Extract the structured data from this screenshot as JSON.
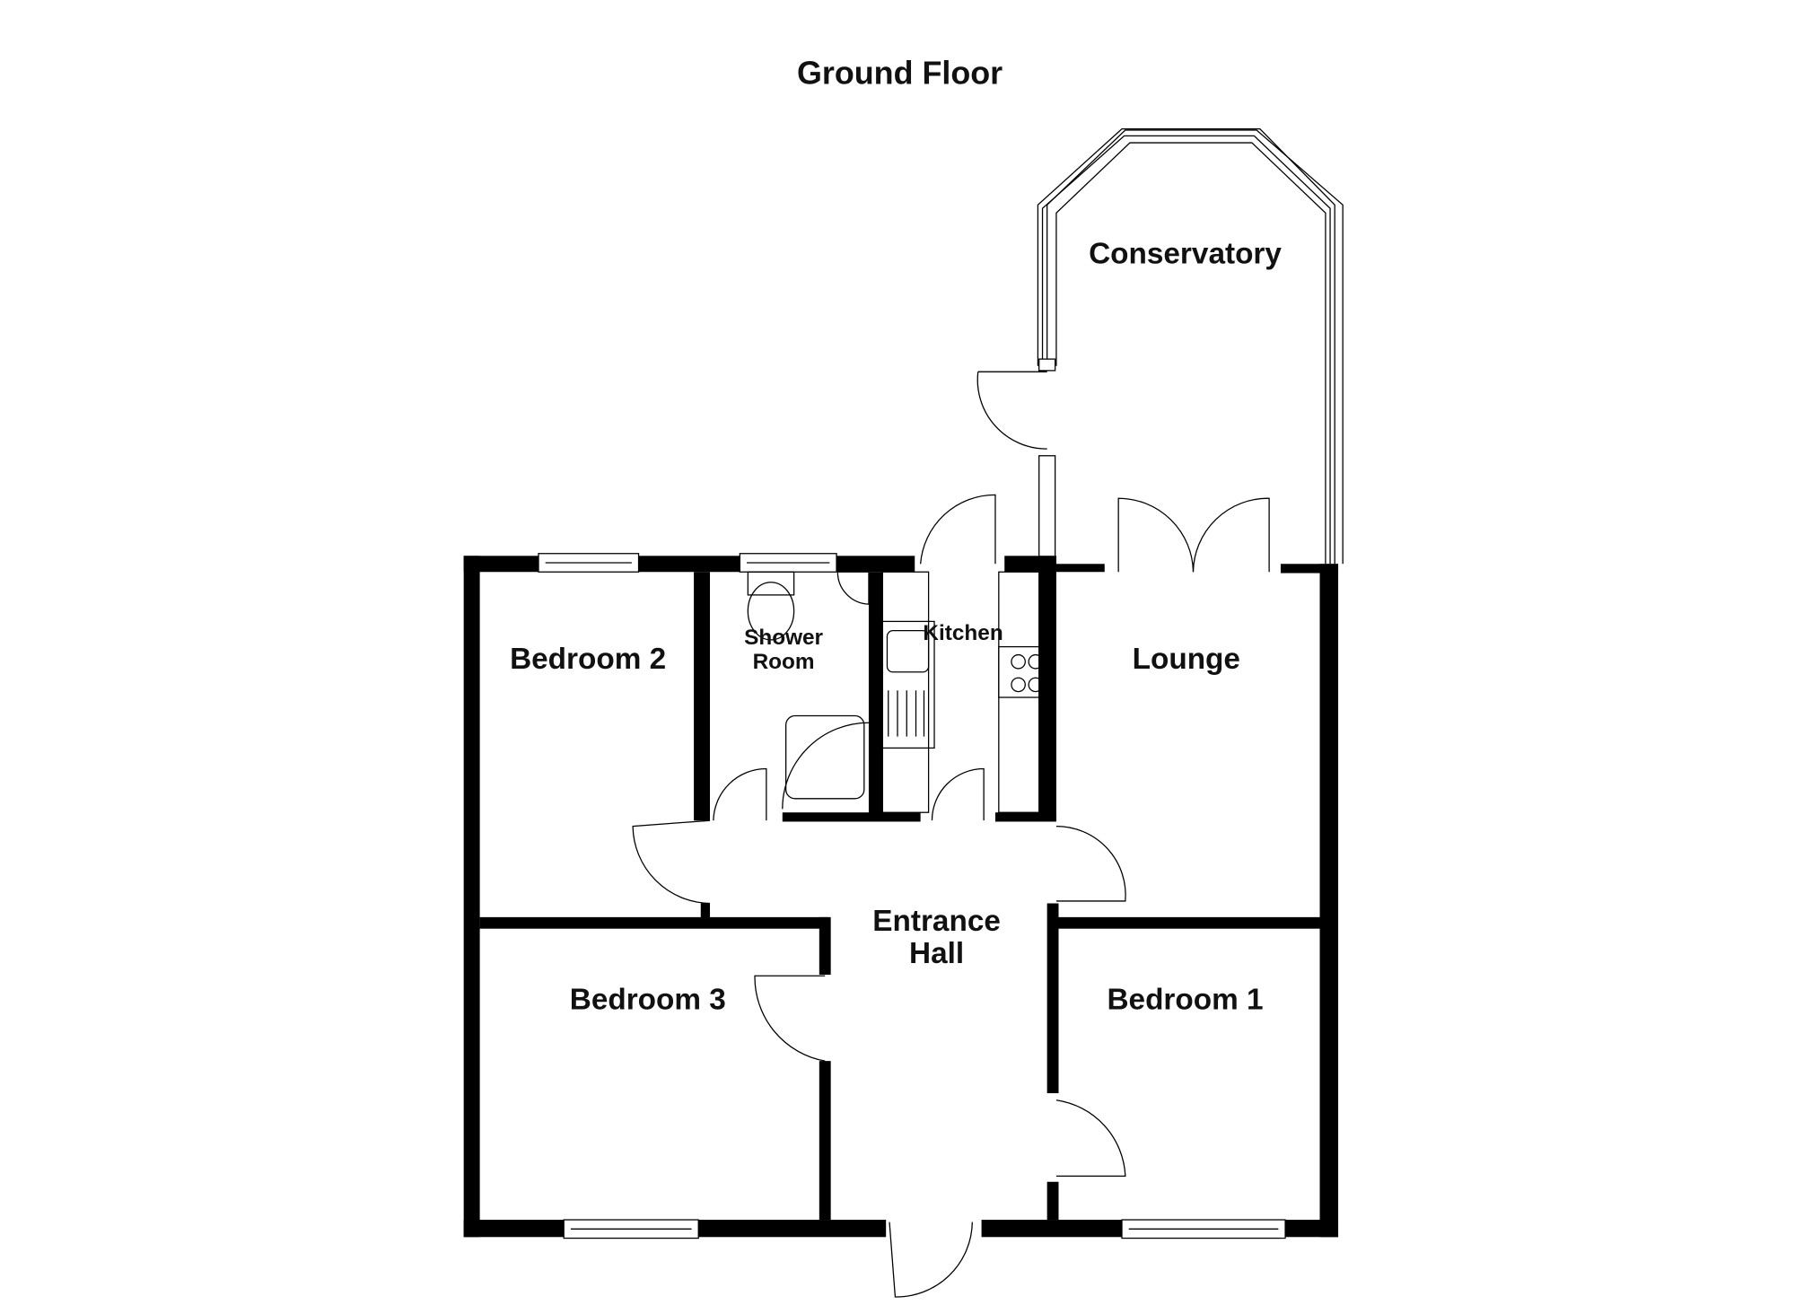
{
  "title": "Ground Floor",
  "rooms": {
    "conservatory": "Conservatory",
    "bedroom2": "Bedroom 2",
    "shower_line1": "Shower",
    "shower_line2": "Room",
    "kitchen": "Kitchen",
    "lounge": "Lounge",
    "hall_line1": "Entrance",
    "hall_line2": "Hall",
    "bedroom3": "Bedroom 3",
    "bedroom1": "Bedroom 1"
  }
}
